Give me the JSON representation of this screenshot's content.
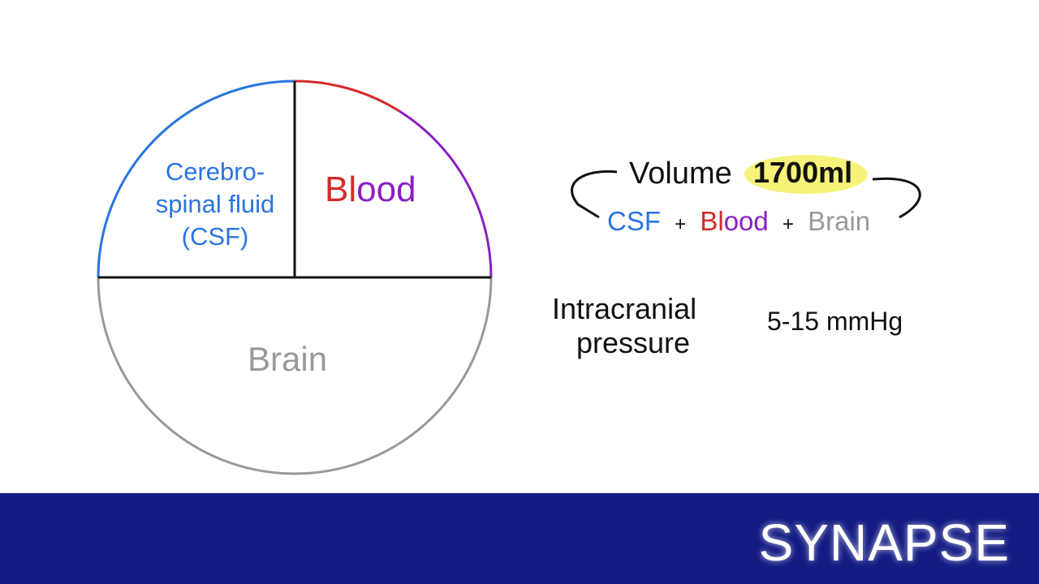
{
  "diagram": {
    "csf_label": [
      "Cerebro-",
      "spinal fluid",
      "(CSF)"
    ],
    "blood_label": {
      "part1": "Bl",
      "part2": "ood"
    },
    "brain_label": "Brain",
    "volume": {
      "label": "Volume",
      "value": "1700ml",
      "csf": "CSF",
      "plus1": "+",
      "blood_part1": "Bl",
      "blood_part2": "ood",
      "plus2": "+",
      "brain": "Brain"
    },
    "pressure": {
      "label_line1": "Intracranial",
      "label_line2": "pressure",
      "value": "5-15 mmHg"
    }
  },
  "colors": {
    "csf": "#2a74e0",
    "blood_red": "#d42a2a",
    "blood_purple": "#8a1fc4",
    "brain": "#999999",
    "highlight": "#f6f27a",
    "footer": "#141c84"
  },
  "footer": {
    "logo": "SYNAPSE"
  }
}
